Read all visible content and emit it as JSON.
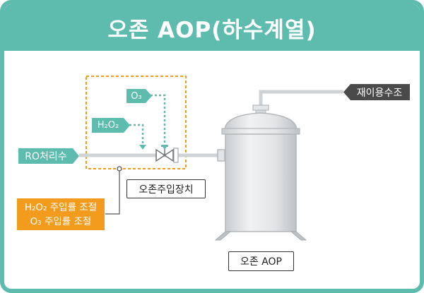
{
  "title": "오존 AOP(하수계열)",
  "labels": {
    "ro_water": "RO처리수",
    "o3": "O₃",
    "h2o2": "H₂O₂",
    "reuse_tank": "재이용수조",
    "injection_device": "오존주입장치",
    "aop_reactor": "오존 AOP",
    "control_line1": "H₂O₂ 주입률 조절",
    "control_line2": "O₃ 주입률 조절"
  },
  "colors": {
    "accent_teal": "#5dbcae",
    "accent_orange": "#f29b1d",
    "dark_label": "#4a4a4a",
    "pipe": "#cfd3d6",
    "tank": "#e3e5e7"
  }
}
